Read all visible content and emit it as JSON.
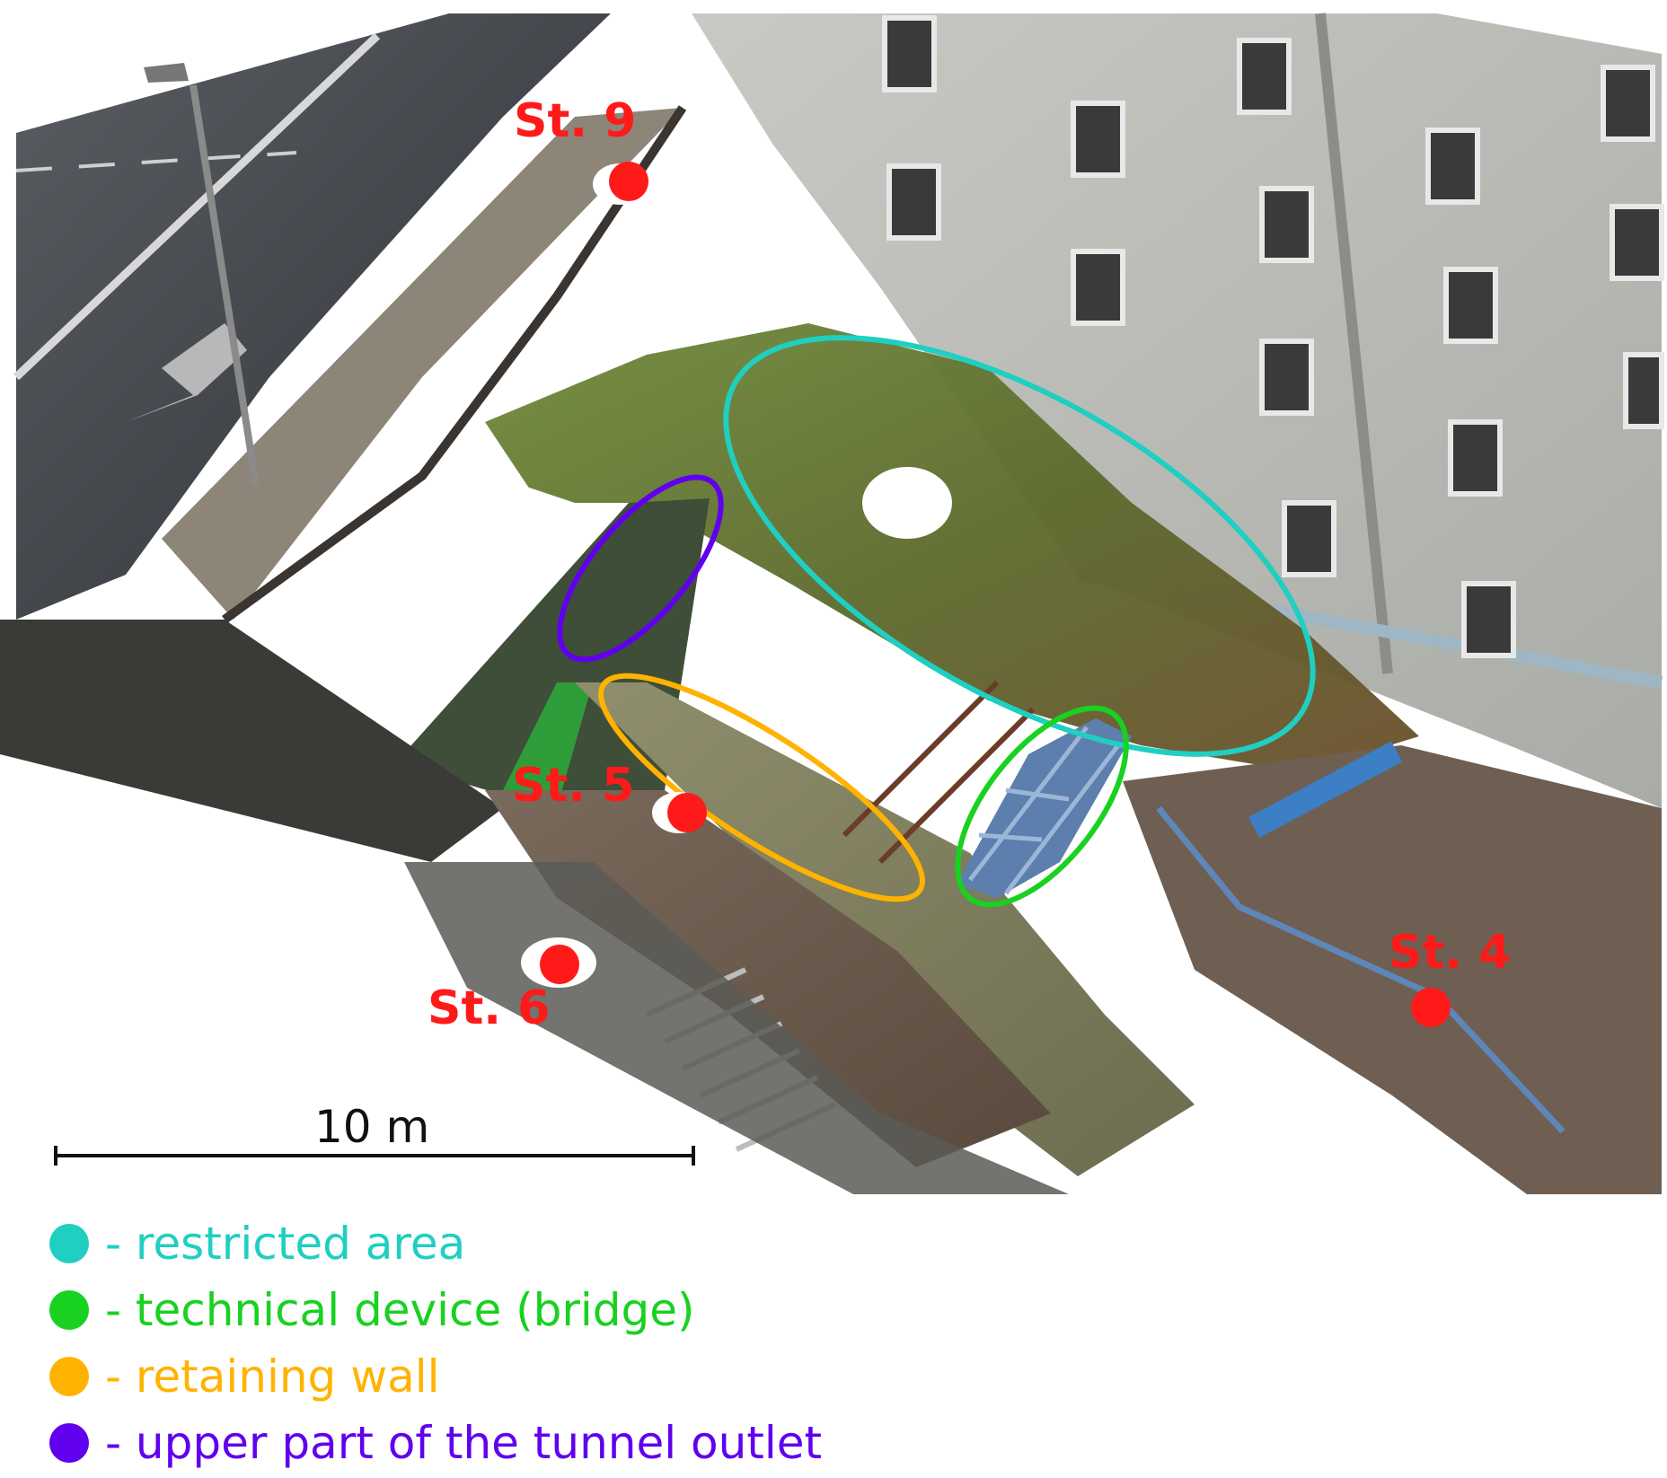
{
  "stations": {
    "st9": "St. 9",
    "st5": "St. 5",
    "st6": "St. 6",
    "st4": "St. 4"
  },
  "scale_bar": {
    "label": "10 m"
  },
  "colors": {
    "station": "#ff1a1a",
    "restricted": "#1fcfc1",
    "technical": "#18d120",
    "retaining": "#ffb300",
    "tunnel": "#6000ee"
  },
  "legend": [
    {
      "color": "#1fcfc1",
      "text": "- restricted area"
    },
    {
      "color": "#18d120",
      "text": "- technical device (bridge)"
    },
    {
      "color": "#ffb300",
      "text": "- retaining wall"
    },
    {
      "color": "#6000ee",
      "text": "- upper part of the tunnel outlet"
    }
  ]
}
